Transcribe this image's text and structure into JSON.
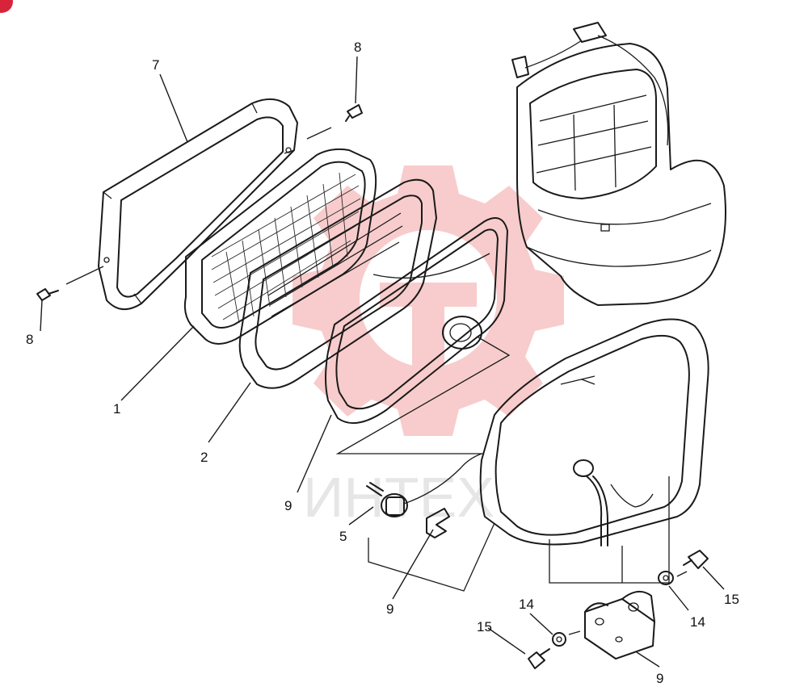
{
  "callouts": [
    {
      "id": "c7",
      "label": "7"
    },
    {
      "id": "c8a",
      "label": "8"
    },
    {
      "id": "c8b",
      "label": "8"
    },
    {
      "id": "c1",
      "label": "1"
    },
    {
      "id": "c2",
      "label": "2"
    },
    {
      "id": "c9a",
      "label": "9"
    },
    {
      "id": "c5",
      "label": "5"
    },
    {
      "id": "c9b",
      "label": "9"
    },
    {
      "id": "c14a",
      "label": "14"
    },
    {
      "id": "c15a",
      "label": "15"
    },
    {
      "id": "c14b",
      "label": "14"
    },
    {
      "id": "c15b",
      "label": "15"
    },
    {
      "id": "c9c",
      "label": "9"
    }
  ],
  "watermark": {
    "text": "ИНТЕХ",
    "color": "#e84a4a"
  },
  "badge_color": "#d8243a"
}
